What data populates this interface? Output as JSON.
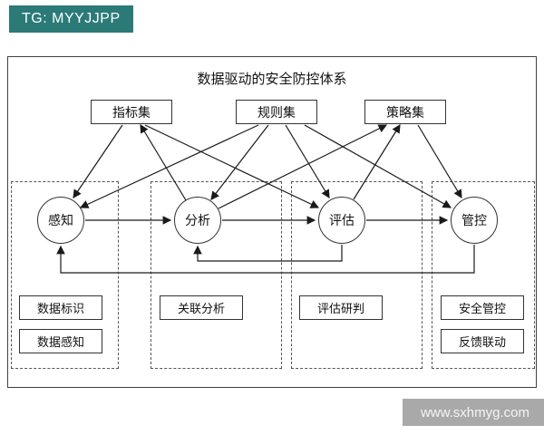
{
  "header_badge": {
    "text": "TG: MYYJJPP"
  },
  "watermark": {
    "text": "www.sxhmyg.com"
  },
  "colors": {
    "badge_teal": "#2b7a78",
    "watermark_gray": "#a9a9a9",
    "line_black": "#1a1a1a",
    "border_dark": "#333333"
  },
  "diagram": {
    "title": "数据驱动的安全防控体系",
    "top_boxes": [
      {
        "label": "指标集"
      },
      {
        "label": "规则集"
      },
      {
        "label": "策略集"
      }
    ],
    "stages": [
      {
        "label": "感知"
      },
      {
        "label": "分析"
      },
      {
        "label": "评估"
      },
      {
        "label": "管控"
      }
    ],
    "groups": [
      {
        "items": [
          "数据标识",
          "数据感知"
        ]
      },
      {
        "items": [
          "关联分析"
        ]
      },
      {
        "items": [
          "评估研判"
        ]
      },
      {
        "items": [
          "安全管控",
          "反馈联动"
        ]
      }
    ]
  }
}
